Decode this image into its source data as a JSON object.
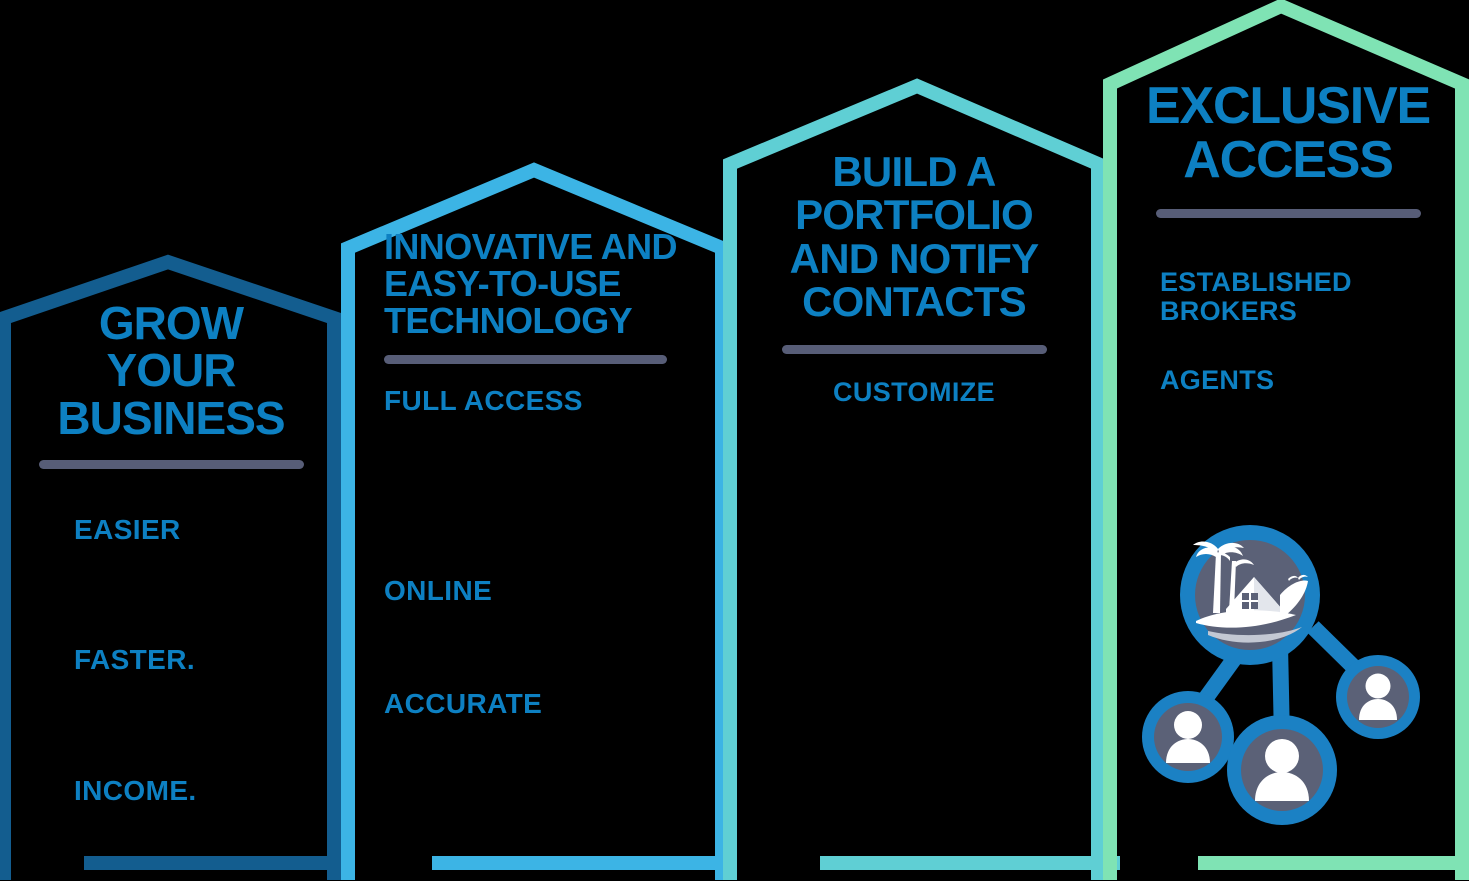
{
  "meta": {
    "title": "Grow Your Business Benefits Arches"
  },
  "palette": {
    "text_blue": "#0d80c2",
    "divider_gray": "#575d77",
    "arch1_stroke": "#135d8f",
    "arch2_stroke": "#3cb4e5",
    "arch3_stroke": "#5fcfd4",
    "arch4_stroke": "#7fe3b4",
    "icon_ring": "#1b81c4",
    "icon_fill": "#5b6177",
    "icon_white": "#ffffff",
    "background": "#000000"
  },
  "columns": [
    {
      "id": "col1",
      "heading_lines": [
        "GROW",
        "YOUR",
        "BUSINESS"
      ],
      "features": [
        "EASIER",
        "FASTER.",
        "INCOME."
      ],
      "accent": "#135d8f"
    },
    {
      "id": "col2",
      "heading_lines": [
        "INNOVATIVE AND",
        "EASY-TO-USE",
        "TECHNOLOGY"
      ],
      "features": [
        "FULL ACCESS",
        "ONLINE",
        "ACCURATE"
      ],
      "accent": "#3cb4e5"
    },
    {
      "id": "col3",
      "heading_lines": [
        "BUILD A",
        "PORTFOLIO",
        "AND NOTIFY",
        "CONTACTS"
      ],
      "features": [
        "CUSTOMIZE"
      ],
      "accent": "#5fcfd4"
    },
    {
      "id": "col4",
      "heading_lines": [
        "EXCLUSIVE",
        "ACCESS"
      ],
      "features": [
        "ESTABLISHED",
        "BROKERS",
        "AGENTS"
      ],
      "accent": "#7fe3b4",
      "icon": "network-people-house-icon"
    }
  ]
}
